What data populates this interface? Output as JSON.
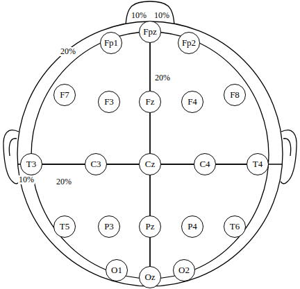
{
  "diagram": {
    "nodes": [
      {
        "text": [
          "Fp1"
        ]
      },
      {
        "text": [
          "Fpz"
        ]
      },
      {
        "text": [
          "Fp2"
        ]
      },
      {
        "text": [
          "F7"
        ]
      },
      {
        "text": [
          "F3"
        ]
      },
      {
        "text": [
          "Fz"
        ]
      },
      {
        "text": [
          "F4"
        ]
      },
      {
        "text": [
          "F8"
        ]
      },
      {
        "text": [
          "T3"
        ]
      },
      {
        "text": [
          "C3"
        ]
      },
      {
        "text": [
          "Cz"
        ]
      },
      {
        "text": [
          "C4"
        ]
      },
      {
        "text": [
          "T4"
        ]
      },
      {
        "text": [
          "T5"
        ]
      },
      {
        "text": [
          "P3"
        ]
      },
      {
        "text": [
          "Pz"
        ]
      },
      {
        "text": [
          "P4"
        ]
      },
      {
        "text": [
          "T6"
        ]
      },
      {
        "text": [
          "O1"
        ]
      },
      {
        "text": [
          "Oz"
        ]
      },
      {
        "text": [
          "O2"
        ]
      }
    ],
    "edges": [
      {
        "from": 8,
        "to": 9,
        "arrow": "none"
      },
      {
        "from": 9,
        "to": 10,
        "arrow": "none"
      },
      {
        "from": 10,
        "to": 11,
        "arrow": "none"
      },
      {
        "from": 11,
        "to": 12,
        "arrow": "none"
      },
      {
        "from": 1,
        "to": 5,
        "arrow": "none"
      },
      {
        "from": 5,
        "to": 10,
        "arrow": "none"
      },
      {
        "from": 10,
        "to": 15,
        "arrow": "none"
      },
      {
        "from": 15,
        "to": 19,
        "arrow": "none"
      }
    ],
    "labels": [
      "10%",
      "10%",
      "20%",
      "20%",
      "10%",
      "20%"
    ]
  }
}
